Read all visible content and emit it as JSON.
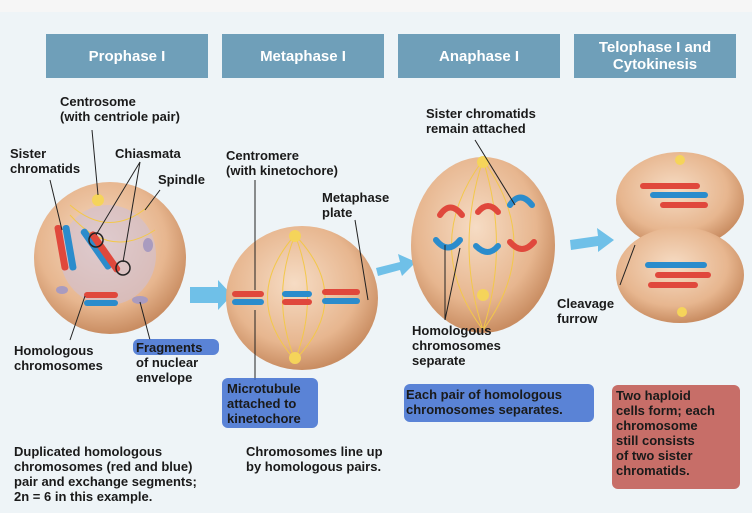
{
  "headers": [
    "Prophase I",
    "Metaphase I",
    "Anaphase I",
    "Telophase I and\nCytokinesis"
  ],
  "labels": {
    "centrosome": "Centrosome\n(with centriole pair)",
    "sister_chromatids": "Sister\nchromatids",
    "chiasmata": "Chiasmata",
    "spindle": "Spindle",
    "centromere": "Centromere\n(with kinetochore)",
    "metaphase_plate": "Metaphase\nplate",
    "sister_attached": "Sister chromatids\nremain attached",
    "homologous_chromosomes": "Homologous\nchromosomes",
    "fragments": "Fragments\nof nuclear\nenvelope",
    "microtubule": "Microtubule\nattached to\nkinetochore",
    "homologous_separate": "Homologous\nchromosomes\nseparate",
    "cleavage": "Cleavage\nfurrow"
  },
  "captions": {
    "prophase": "Duplicated homologous\nchromosomes (red and blue)\npair and exchange segments;\n2n = 6 in this example.",
    "metaphase": "Chromosomes line up\nby homologous pairs.",
    "anaphase": "Each pair of homologous\nchromosomes separates.",
    "telophase": "Two haploid\ncells form; each\nchromosome\nstill consists\nof two sister\nchromatids."
  },
  "colors": {
    "header_bg": "#6f9fb9",
    "cell": "#e7b68f",
    "red_chromosome": "#e0483c",
    "blue_chromosome": "#2b8ccc",
    "arrow": "#4fb3e3"
  }
}
